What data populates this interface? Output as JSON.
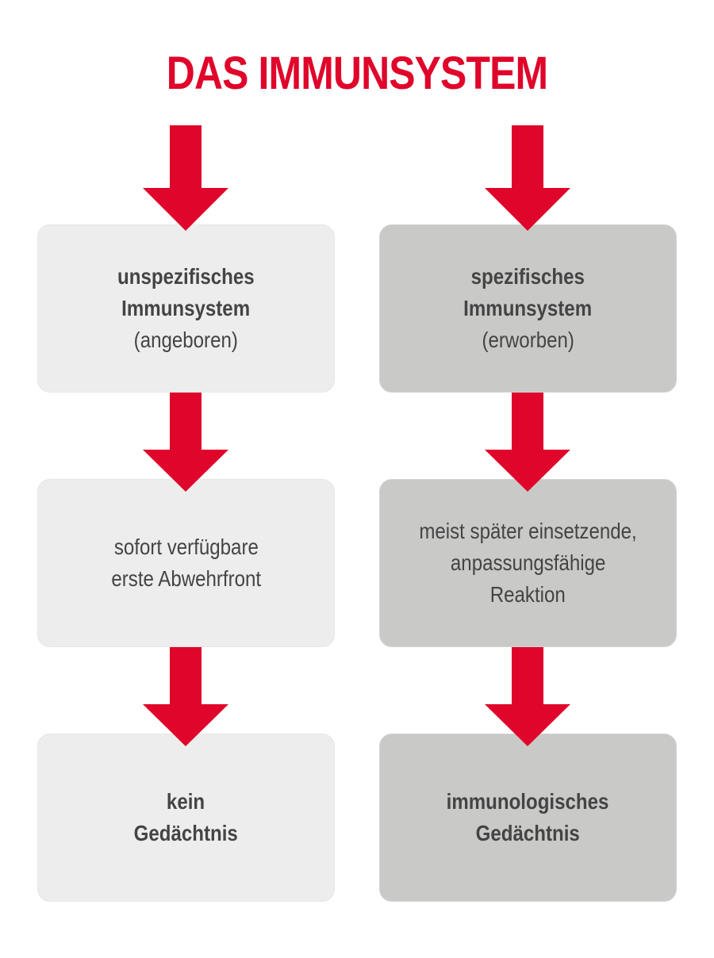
{
  "title": "DAS IMMUNSYSTEM",
  "colors": {
    "accent": "#e0052a",
    "box_light": "#ededed",
    "box_dark": "#c9c9c8",
    "text": "#444444"
  },
  "columns": [
    {
      "name": "unspecific",
      "boxes": [
        {
          "lines": [
            {
              "text": "unspezifisches",
              "bold": true
            },
            {
              "text": "Immunsystem",
              "bold": true
            },
            {
              "text": "(angeboren)",
              "bold": false
            }
          ]
        },
        {
          "lines": [
            {
              "text": "sofort verfügbare",
              "bold": false
            },
            {
              "text": "erste Abwehrfront",
              "bold": false
            }
          ]
        },
        {
          "lines": [
            {
              "text": "kein",
              "bold": true
            },
            {
              "text": "Gedächtnis",
              "bold": true
            }
          ]
        }
      ]
    },
    {
      "name": "specific",
      "boxes": [
        {
          "lines": [
            {
              "text": "spezifisches",
              "bold": true
            },
            {
              "text": "Immunsystem",
              "bold": true
            },
            {
              "text": "(erworben)",
              "bold": false
            }
          ]
        },
        {
          "lines": [
            {
              "text": "meist später einsetzende,",
              "bold": false
            },
            {
              "text": "anpassungsfähige",
              "bold": false
            },
            {
              "text": "Reaktion",
              "bold": false
            }
          ]
        },
        {
          "lines": [
            {
              "text": "immunologisches",
              "bold": true
            },
            {
              "text": "Gedächtnis",
              "bold": true
            }
          ]
        }
      ]
    }
  ],
  "arrow_icon": "down-arrow-icon"
}
